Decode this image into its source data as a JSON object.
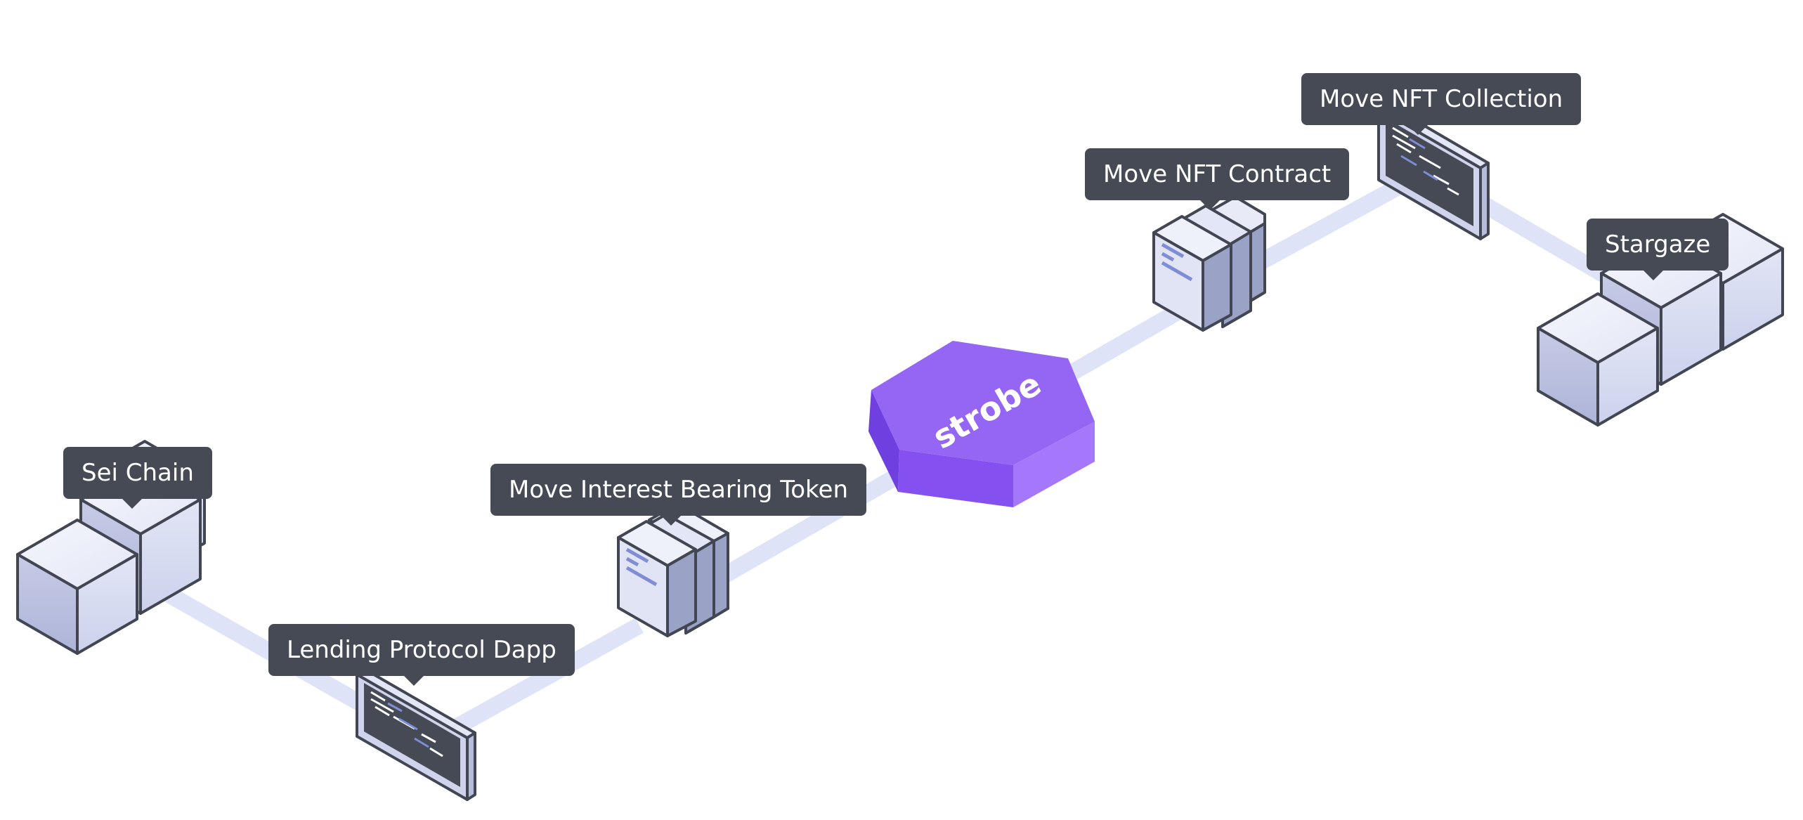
{
  "nodes": {
    "sei_chain": "Sei Chain",
    "lending_protocol": "Lending Protocol Dapp",
    "interest_token": "Move Interest Bearing Token",
    "hub": "strobe",
    "nft_contract": "Move NFT Contract",
    "nft_collection": "Move NFT Collection",
    "stargaze": "Stargaze"
  },
  "icons": {
    "sei_chain": "cube-cluster-icon",
    "lending_protocol": "code-screen-icon",
    "interest_token": "document-stack-icon",
    "hub": "hexagon-hub-icon",
    "nft_contract": "document-stack-icon",
    "nft_collection": "code-screen-icon",
    "stargaze": "cube-cluster-icon"
  },
  "colors": {
    "connector": "#dfe3f8",
    "label_bg": "#454a55",
    "label_text": "#ffffff",
    "hub_top": "#9466f3",
    "hub_left": "#6f3fe0",
    "hub_front": "#8450ef",
    "hub_right": "#a578fb",
    "outline": "#424653",
    "cube_light": "#eef0fa",
    "cube_mid": "#cfd4ec",
    "cube_dark": "#b5bcdc"
  }
}
